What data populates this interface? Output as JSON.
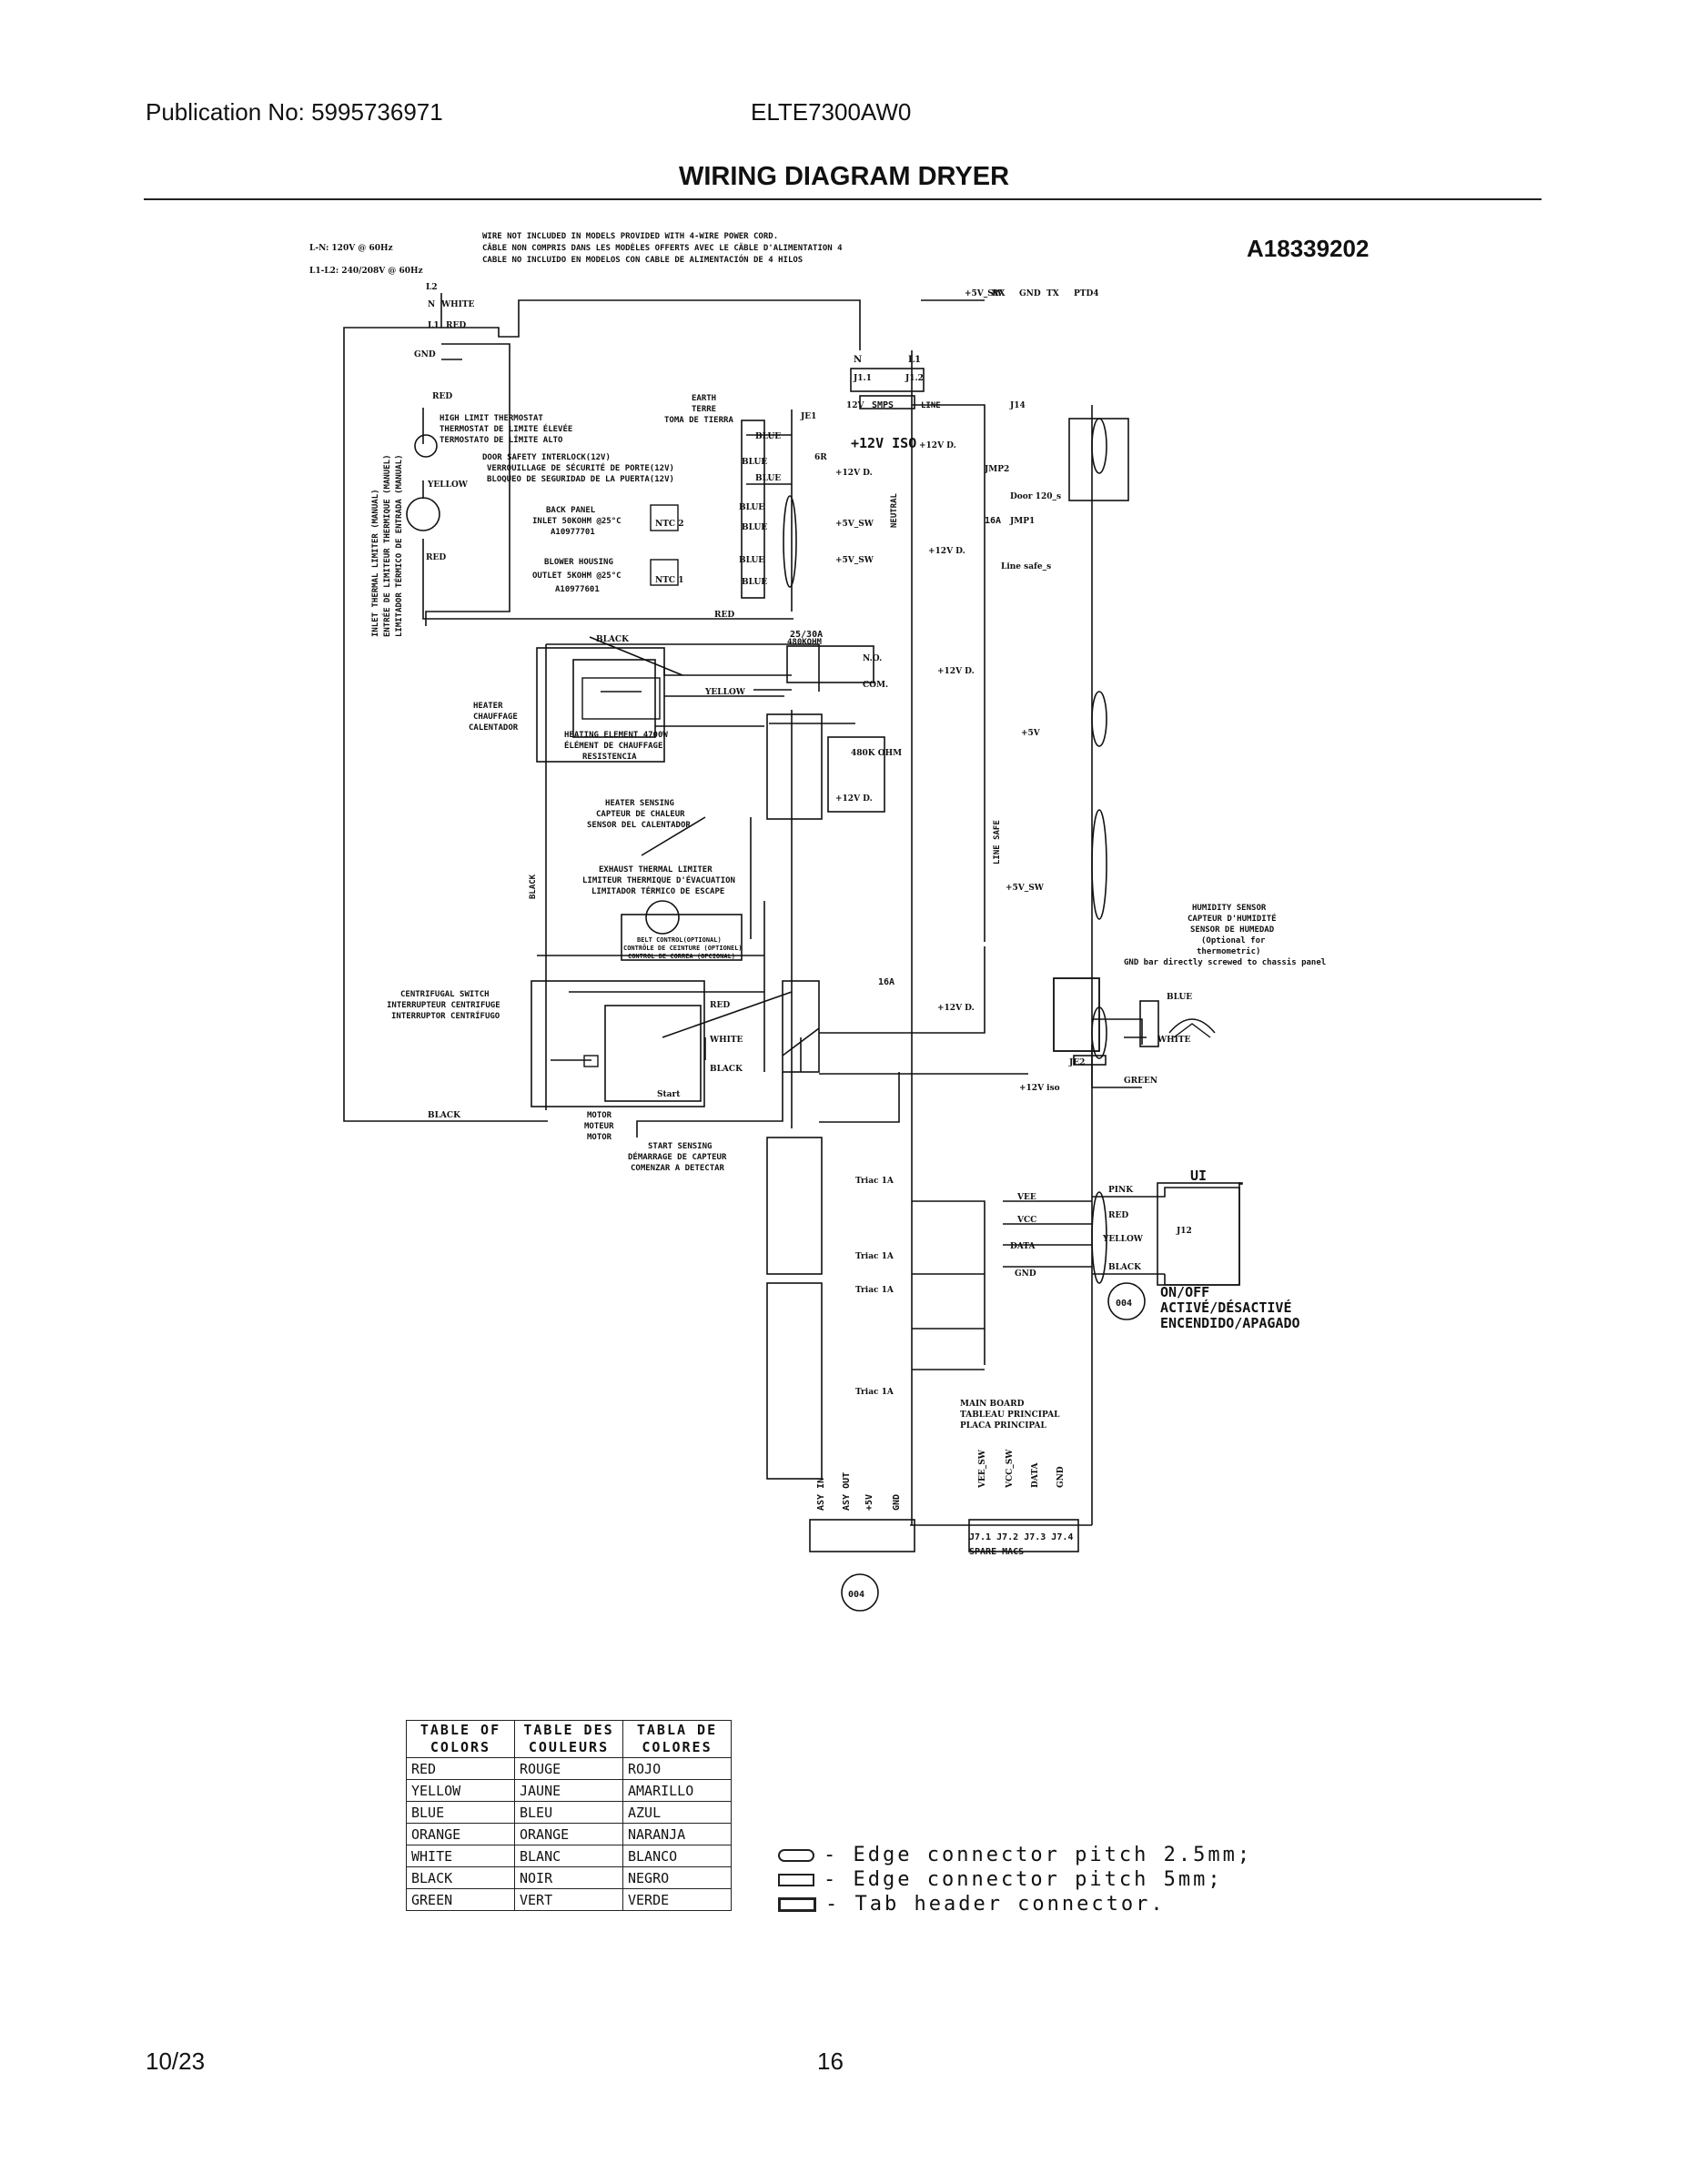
{
  "header": {
    "publication": "Publication No: 5995736971",
    "model": "ELTE7300AW0"
  },
  "title": "WIRING DIAGRAM DRYER",
  "doc_id": "A18339202",
  "diagram": {
    "supply": {
      "ln": "L-N: 120V @ 60Hz",
      "l1l2": "L1-L2: 240/208V @ 60Hz",
      "l2": "L2",
      "n": "N",
      "white": "WHITE",
      "l1": "L1",
      "red": "RED",
      "gnd": "GND"
    },
    "wire_note": [
      "WIRE NOT INCLUDED IN MODELS PROVIDED WITH 4-WIRE POWER CORD.",
      "CÂBLE NON COMPRIS DANS LES MODÈLES OFFERTS AVEC LE CÂBLE D'ALIMENTATION 4",
      "CABLE NO INCLUIDO EN MODELOS CON CABLE DE ALIMENTACIÓN DE 4 HILOS"
    ],
    "high_limit": [
      "HIGH LIMIT THERMOSTAT",
      "THERMOSTAT DE LIMITE ÉLEVÉE",
      "TERMOSTATO DE LÍMITE ALTO"
    ],
    "door_interlock": [
      "DOOR SAFETY INTERLOCK(12V)",
      "VERROUILLAGE DE SÉCURITÉ DE PORTE(12V)",
      "BLOQUEO DE SEGURIDAD DE LA PUERTA(12V)"
    ],
    "back_panel": [
      "BACK PANEL",
      "INLET 50KOHM @25°C",
      "A10977701"
    ],
    "blower_housing": [
      "BLOWER HOUSING",
      "OUTLET 5KOHM @25°C",
      "A10977601"
    ],
    "inlet_limiter": [
      "INLET THERMAL LIMITER (MANUAL)",
      "ENTRÉE DE LIMITEUR THERMIQUE (MANUEL)",
      "LIMITADOR TÉRMICO DE ENTRADA (MANUAL)"
    ],
    "heater": [
      "HEATER",
      "CHAUFFAGE",
      "CALENTADOR"
    ],
    "heating_element": [
      "HEATING ELEMENT 4700W",
      "ÉLÉMENT DE CHAUFFAGE",
      "RESISTENCIA"
    ],
    "heater_sensing": [
      "HEATER SENSING",
      "CAPTEUR DE CHALEUR",
      "SENSOR DEL CALENTADOR"
    ],
    "exhaust_limiter": [
      "EXHAUST THERMAL LIMITER",
      "LIMITEUR THERMIQUE D'ÉVACUATION",
      "LIMITADOR TÉRMICO DE ESCAPE"
    ],
    "belt_control": [
      "BELT CONTROL(OPTIONAL)",
      "CONTRÔLE DE CEINTURE (OPTIONEL)",
      "CONTROL DE CORREA (OPCIONAL)"
    ],
    "centrifugal": [
      "CENTRIFUGAL SWITCH",
      "INTERRUPTEUR CENTRIFUGE",
      "INTERRUPTOR CENTRÍFUGO"
    ],
    "motor": [
      "MOTOR",
      "MOTEUR",
      "MOTOR"
    ],
    "start_sensing": [
      "START SENSING",
      "DÉMARRAGE DE CAPTEUR",
      "COMENZAR A DETECTAR"
    ],
    "humidity": [
      "HUMIDITY SENSOR",
      "CAPTEUR D'HUMIDITÉ",
      "SENSOR DE HUMEDAD",
      "(Optional for",
      "thermometric)",
      "GND bar directly screwed to chassis panel"
    ],
    "main_board": [
      "MAIN BOARD",
      "TABLEAU PRINCIPAL",
      "PLACA PRINCIPAL"
    ],
    "onoff": [
      "ON/OFF",
      "ACTIVÉ/DÉSACTIVÉ",
      "ENCENDIDO/APAGADO"
    ],
    "earth": [
      "EARTH",
      "TERRE",
      "TOMA DE TIERRA"
    ],
    "wires": {
      "red": "RED",
      "yellow": "YELLOW",
      "blue": "BLUE",
      "black": "BLACK",
      "white": "WHITE",
      "green": "GREEN",
      "pink": "PINK"
    },
    "labels": {
      "smps": "SMPS",
      "v12": "12V",
      "line": "LINE",
      "v12iso": "+12V ISO",
      "v12d": "+12V D.",
      "jmp2": "JMP2",
      "door120": "Door 120_s",
      "a16": "16A",
      "jmp1": "JMP1",
      "linesafe_s": "Line safe_s",
      "neutral": "NEUTRAL",
      "line_safe": "LINE SAFE",
      "a2530": "25/30A",
      "kohm480": "480KOHM",
      "no": "N.O.",
      "com": "COM.",
      "ntc2": "NTC 2",
      "ntc1": "NTC 1",
      "v5sw": "+5V_SW",
      "v5": "+5V",
      "v12iso_low": "+12V iso",
      "ui": "UI",
      "j12": "J12",
      "je1": "JE1",
      "je2": "JE2",
      "j14": "J14",
      "vee": "VEE",
      "vcc": "VCC",
      "data": "DATA",
      "gnd": "GND",
      "triac": "Triac 1A",
      "ohm480k": "480K OHM",
      "start": "Start",
      "spare_macs": "SPARE MACS",
      "circle004": "004",
      "nl": "N",
      "l1": "L1",
      "j11": "J1.1",
      "j12c": "J1.2",
      "sixr": "6R",
      "tx": "TX",
      "rx": "RX",
      "ptd4": "PTD4",
      "sw5": "+5V_SW",
      "gnd2": "GND",
      "asy_in": "ASY IN",
      "asy_out": "ASY OUT",
      "p5v": "+5V",
      "vee_sw": "VEE_SW",
      "vcc_sw": "VCC_SW",
      "j7": "J7.1 J7.2 J7.3 J7.4"
    }
  },
  "color_table": {
    "headers": [
      [
        "TABLE OF",
        "COLORS"
      ],
      [
        "TABLE DES",
        "COULEURS"
      ],
      [
        "TABLA DE",
        "COLORES"
      ]
    ],
    "rows": [
      [
        "RED",
        "ROUGE",
        "ROJO"
      ],
      [
        "YELLOW",
        "JAUNE",
        "AMARILLO"
      ],
      [
        "BLUE",
        "BLEU",
        "AZUL"
      ],
      [
        "ORANGE",
        "ORANGE",
        "NARANJA"
      ],
      [
        "WHITE",
        "BLANC",
        "BLANCO"
      ],
      [
        "BLACK",
        "NOIR",
        "NEGRO"
      ],
      [
        "GREEN",
        "VERT",
        "VERDE"
      ]
    ]
  },
  "legend": [
    "- Edge connector pitch 2.5mm;",
    "- Edge connector pitch 5mm;",
    "- Tab header connector."
  ],
  "footer": {
    "date": "10/23",
    "page": "16"
  }
}
